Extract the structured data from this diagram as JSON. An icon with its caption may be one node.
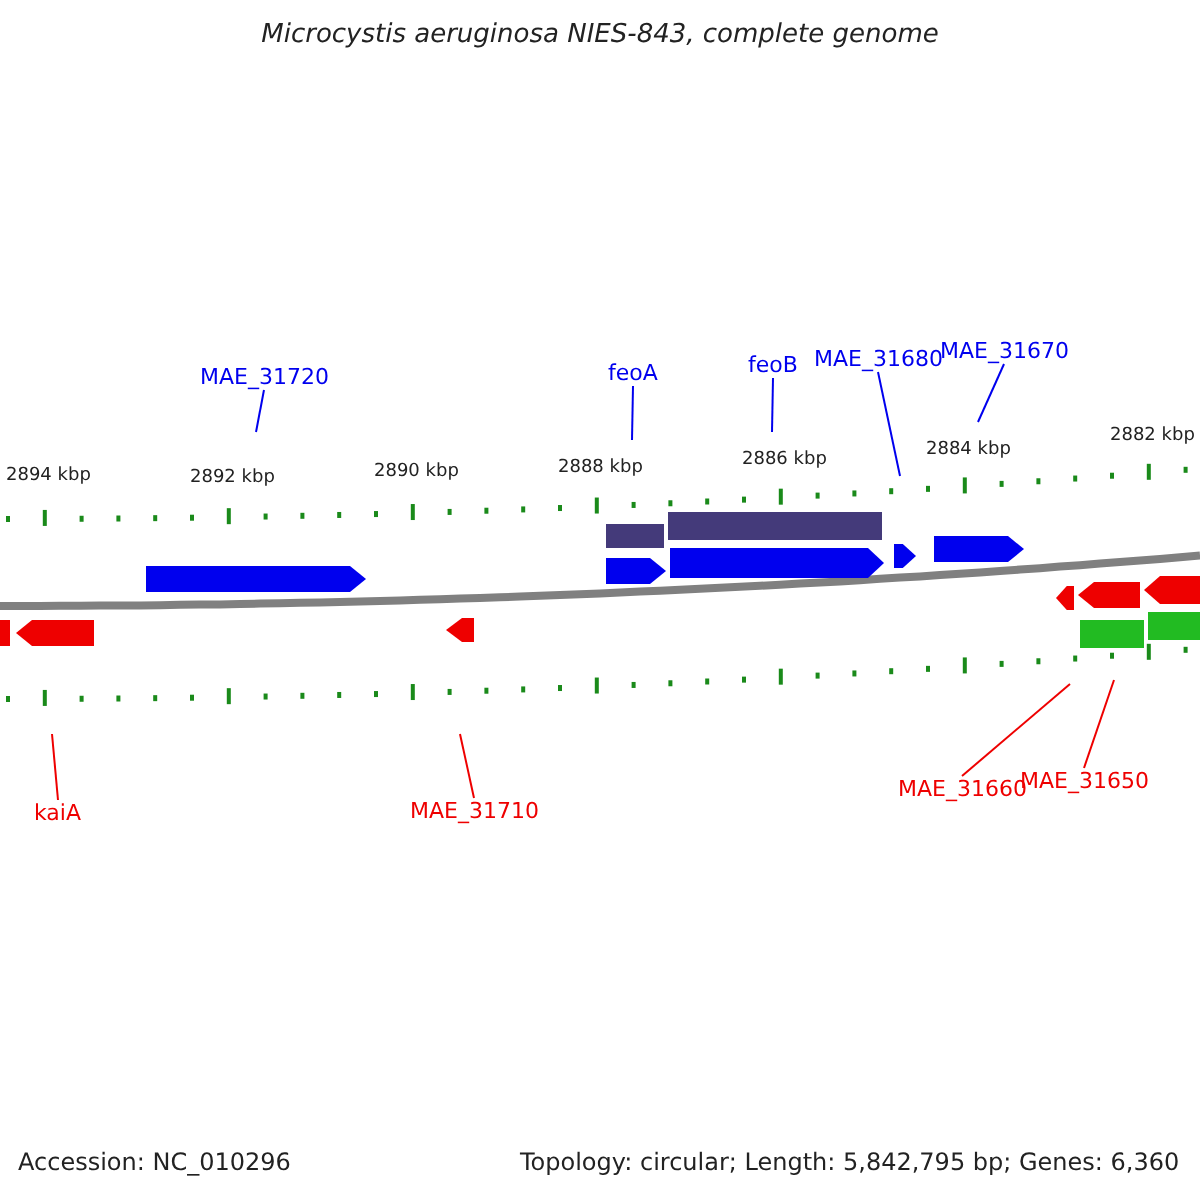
{
  "diagram": {
    "title": "Microcystis aeruginosa NIES-843, complete genome",
    "nodes": [
      {
        "text": [
          "MAE_31720"
        ]
      },
      {
        "text": [
          "feoA"
        ]
      },
      {
        "text": [
          "feoB"
        ]
      },
      {
        "text": [
          "MAE_31680"
        ]
      },
      {
        "text": [
          "MAE_31670"
        ]
      },
      {
        "text": [
          "kaiA"
        ]
      },
      {
        "text": [
          "MAE_31710"
        ]
      },
      {
        "text": [
          "MAE_31660"
        ]
      },
      {
        "text": [
          "MAE_31650"
        ]
      }
    ],
    "edges": [
      {
        "from": 0,
        "to": null,
        "arrow": "none",
        "color": "#0000ee"
      },
      {
        "from": 1,
        "to": null,
        "arrow": "none",
        "color": "#0000ee"
      },
      {
        "from": 2,
        "to": null,
        "arrow": "none",
        "color": "#0000ee"
      },
      {
        "from": 3,
        "to": null,
        "arrow": "none",
        "color": "#0000ee"
      },
      {
        "from": 4,
        "to": null,
        "arrow": "none",
        "color": "#0000ee"
      },
      {
        "from": 5,
        "to": null,
        "arrow": "none",
        "color": "#ee0000"
      },
      {
        "from": 6,
        "to": null,
        "arrow": "none",
        "color": "#ee0000"
      },
      {
        "from": 7,
        "to": null,
        "arrow": "none",
        "color": "#ee0000"
      },
      {
        "from": 8,
        "to": null,
        "arrow": "none",
        "color": "#ee0000"
      }
    ],
    "labels": [
      "2894 kbp",
      "2892 kbp",
      "2890 kbp",
      "2888 kbp",
      "2886 kbp",
      "2884 kbp",
      "2882 kbp",
      "Accession: NC_010296",
      "Topology: circular; Length: 5,842,795 bp; Genes: 6,360"
    ]
  }
}
